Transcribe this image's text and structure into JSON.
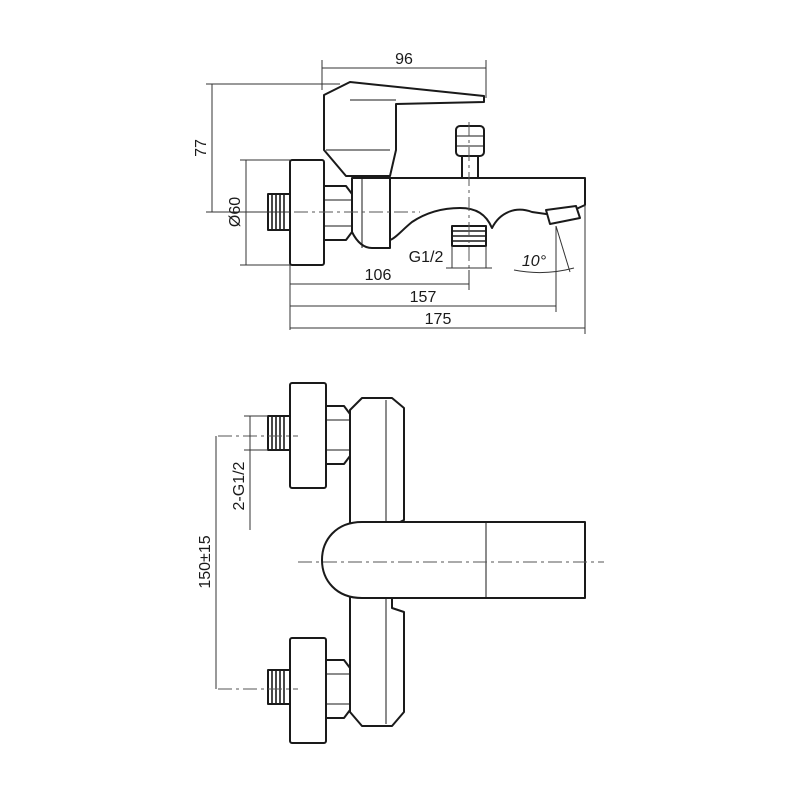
{
  "diagram": {
    "dimensions": {
      "width_top": "96",
      "height_handle": "77",
      "diameter_flange": "Ø60",
      "inlet_thread": "G1/2",
      "spout_angle": "10°",
      "len_outlet": "106",
      "len_spout": "157",
      "len_total": "175",
      "inlet_threads_front": "2-G1/2",
      "inlet_spacing": "150±15"
    }
  }
}
